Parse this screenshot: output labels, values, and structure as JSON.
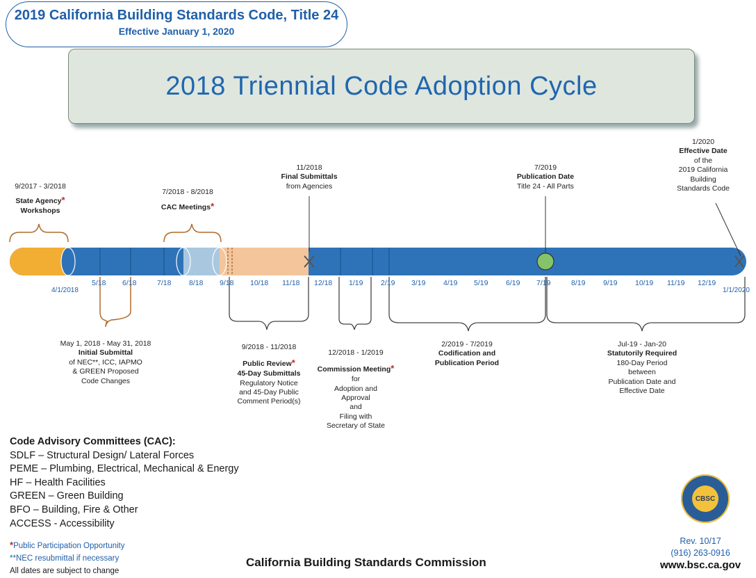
{
  "header": {
    "title": "2019 California Building Standards Code, Title 24",
    "effective": "Effective January 1, 2020"
  },
  "main_title": "2018 Triennial Code Adoption Cycle",
  "timeline": {
    "start_date": "4/1/2018",
    "end_date": "1/1/2020",
    "months": [
      "5/18",
      "6/18",
      "7/18",
      "8/18",
      "9/18",
      "10/18",
      "11/18",
      "12/18",
      "1/19",
      "2/19",
      "3/19",
      "4/19",
      "5/19",
      "6/19",
      "7/19",
      "8/19",
      "9/19",
      "10/19",
      "11/19",
      "12/19"
    ],
    "colors": {
      "bar": "#2e73b8",
      "orange": "#f2ad33",
      "light_blue": "#a9c8e0",
      "peach": "#f4c59b",
      "green": "#84c36a"
    }
  },
  "top_annotations": {
    "workshops": {
      "date": "9/2017 - 3/2018",
      "label1": "State Agency",
      "label2": "Workshops",
      "star": "*"
    },
    "cac": {
      "date": "7/2018 - 8/2018",
      "label": "CAC Meetings",
      "star": "*"
    },
    "final": {
      "date": "11/2018",
      "label": "Final Submittals",
      "sub": "from Agencies"
    },
    "publication": {
      "date": "7/2019",
      "label": "Publication Date",
      "sub": "Title 24 - All Parts"
    },
    "effective": {
      "date": "1/2020",
      "label": "Effective Date",
      "l1": "of the",
      "l2": "2019 California",
      "l3": "Building",
      "l4": "Standards Code"
    }
  },
  "bottom_annotations": {
    "initial": {
      "date": "May 1, 2018 - May 31, 2018",
      "label": "Initial Submittal",
      "l1": "of NEC**, ICC, IAPMO",
      "l2": "& GREEN Proposed",
      "l3": "Code Changes"
    },
    "public": {
      "date": "9/2018 - 11/2018",
      "label": "Public Review",
      "star": "*",
      "label2": "45-Day Submittals",
      "l1": "Regulatory Notice",
      "l2": "and 45-Day Public",
      "l3": "Comment Period(s)"
    },
    "commission": {
      "date": "12/2018 - 1/2019",
      "label": "Commission Meeting",
      "star": "*",
      "l1": "for",
      "l2": "Adoption and",
      "l3": "Approval",
      "l4": "and",
      "l5": "Filing with",
      "l6": "Secretary of State"
    },
    "codification": {
      "date": "2/2019 - 7/2019",
      "label1": "Codification and",
      "label2": "Publication Period"
    },
    "statutory": {
      "date": "Jul-19 - Jan-20",
      "label": "Statutorily Required",
      "l1": "180-Day Period",
      "l2": "between",
      "l3": "Publication Date and",
      "l4": "Effective Date"
    }
  },
  "cac_legend": {
    "heading": "Code Advisory Committees (CAC):",
    "items": [
      "SDLF – Structural Design/ Lateral Forces",
      "PEME – Plumbing, Electrical, Mechanical & Energy",
      "HF – Health Facilities",
      "GREEN – Green Building",
      "BFO – Building, Fire & Other",
      "ACCESS - Accessibility"
    ]
  },
  "notes": {
    "public": "Public Participation Opportunity",
    "public_mark": "*",
    "nec": "NEC resubmittal if necessary",
    "nec_mark": "**",
    "dates": "All dates are subject to change"
  },
  "footer": {
    "org": "California Building Standards Commission",
    "rev": "Rev. 10/17",
    "phone": "(916) 263-0916",
    "web": "www.bsc.ca.gov",
    "seal_text": "CBSC"
  }
}
